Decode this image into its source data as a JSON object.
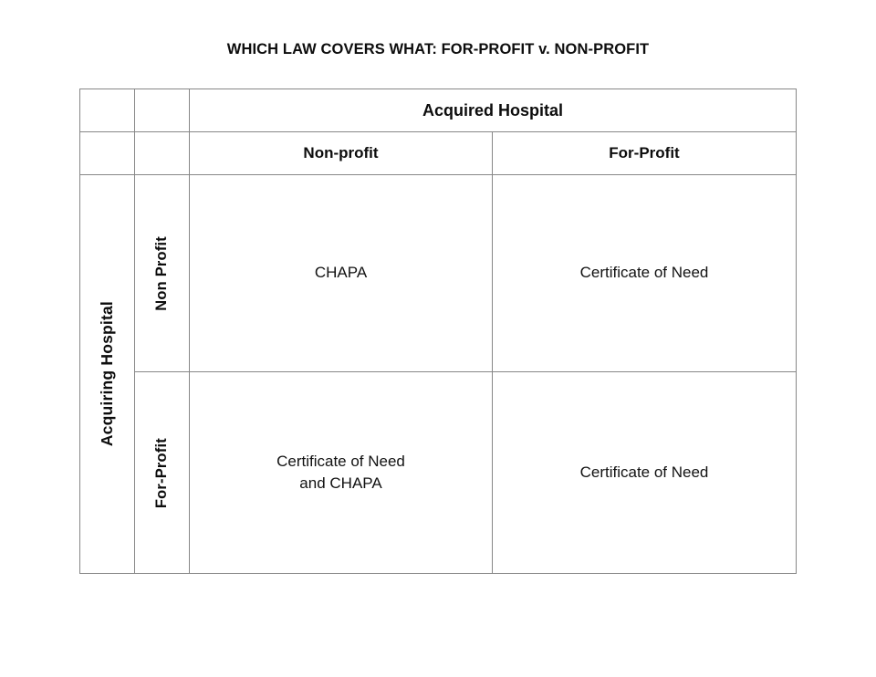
{
  "document": {
    "title": "WHICH LAW COVERS WHAT: FOR-PROFIT v. NON-PROFIT"
  },
  "matrix": {
    "column_axis_label": "Acquired Hospital",
    "row_axis_label": "Acquiring Hospital",
    "column_headers": [
      "Non-profit",
      "For-Profit"
    ],
    "row_headers": [
      "Non Profit",
      "For-Profit"
    ],
    "cells": [
      {
        "row": "Non Profit",
        "values": [
          {
            "line1": "CHAPA",
            "line2": ""
          },
          {
            "line1": "Certificate of Need",
            "line2": ""
          }
        ]
      },
      {
        "row": "For-Profit",
        "values": [
          {
            "line1": "Certificate of Need",
            "line2": "and CHAPA"
          },
          {
            "line1": "Certificate of Need",
            "line2": ""
          }
        ]
      }
    ]
  },
  "style": {
    "border_color": "#878787",
    "text_color": "#121212",
    "background": "#ffffff"
  }
}
